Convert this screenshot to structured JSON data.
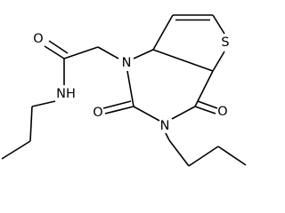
{
  "molecule": {
    "atoms": {
      "S": "S",
      "N1": "N",
      "N3": "N",
      "O2": "O",
      "O4": "O",
      "O_amide": "O",
      "NH_amide": "NH"
    }
  }
}
